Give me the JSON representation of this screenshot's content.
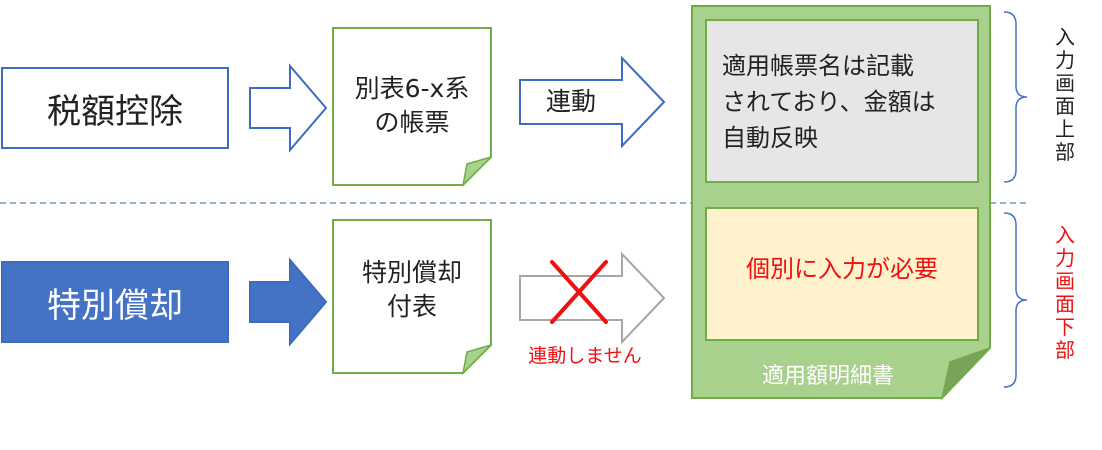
{
  "rows": {
    "top": {
      "source_label": "税額控除",
      "doc_lines": [
        "別表6-x系",
        "の帳票"
      ],
      "arrow_label": "連動",
      "result_lines": [
        "適用帳票名は記載",
        "されており、金額は",
        "自動反映"
      ],
      "side_label": "入力画面上部"
    },
    "bottom": {
      "source_label": "特別償却",
      "doc_lines": [
        "特別償却",
        "付表"
      ],
      "arrow_note": "連動しません",
      "result_text": "個別に入力が必要",
      "side_label": "入力画面下部"
    }
  },
  "panel": {
    "footer_label": "適用額明細書"
  },
  "colors": {
    "blue_outline": "#3d6bbf",
    "blue_fill": "#4472c4",
    "green": "#70ad47",
    "green_light": "#a9d18e",
    "green_fold": "#7aa35a",
    "gray_box": "#e6e6e6",
    "yellow_box": "#fff2cc",
    "red": "#ee1111",
    "dashed_line": "#5b7fb0"
  }
}
